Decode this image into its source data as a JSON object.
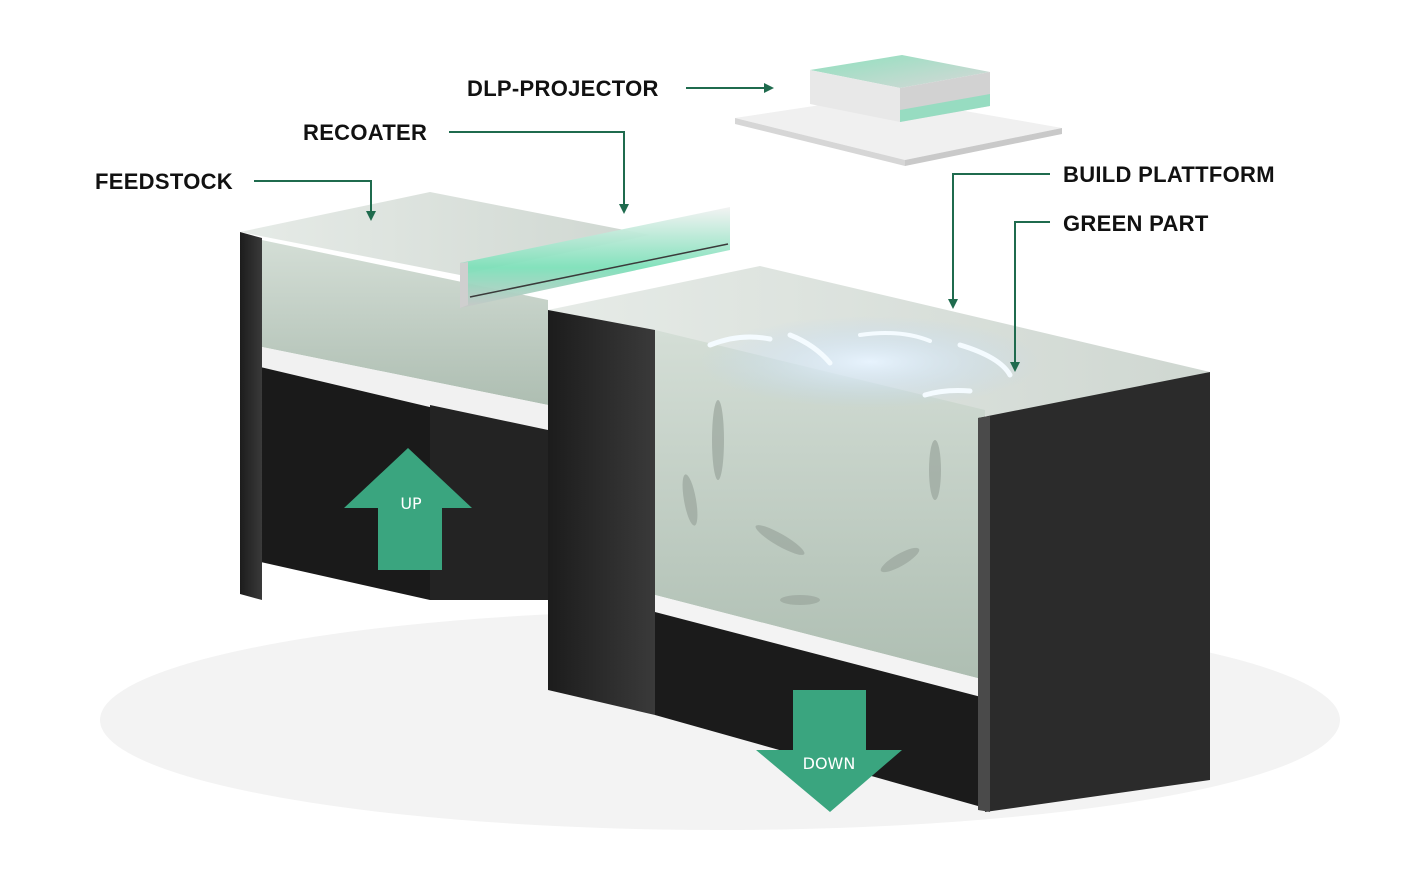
{
  "labels": {
    "dlp_projector": "DLP-PROJECTOR",
    "recoater": "RECOATER",
    "feedstock": "FEEDSTOCK",
    "build_platform": "BUILD PLATTFORM",
    "green_part": "GREEN PART"
  },
  "arrows": {
    "up": "UP",
    "down": "DOWN"
  },
  "colors": {
    "accent_green": "#3aa57f",
    "leader_line": "#1f6b4e",
    "body_dark": "#2b2b2b",
    "powder": "#b9c9bd"
  }
}
